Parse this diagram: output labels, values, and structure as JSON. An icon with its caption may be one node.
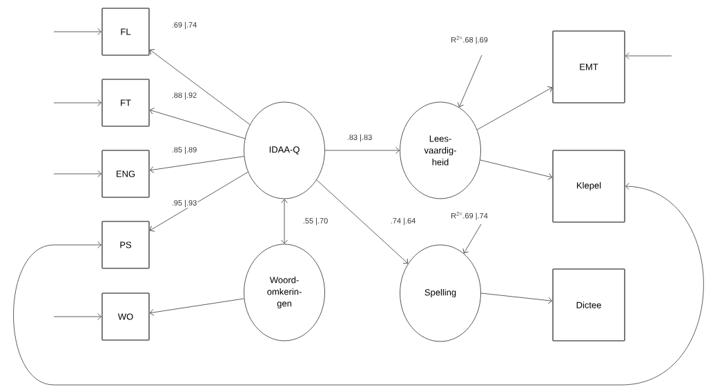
{
  "diagram": {
    "nodes": [
      {
        "text": [
          "FL"
        ]
      },
      {
        "text": [
          "FT"
        ]
      },
      {
        "text": [
          "ENG"
        ]
      },
      {
        "text": [
          "PS"
        ]
      },
      {
        "text": [
          "WO"
        ]
      },
      {
        "text": [
          "IDAA-Q"
        ]
      },
      {
        "text": [
          "Woord- omkerin- gen"
        ]
      },
      {
        "text": [
          "Lees- vaardig- heid"
        ]
      },
      {
        "text": [
          "Spelling"
        ]
      },
      {
        "text": [
          "EMT"
        ]
      },
      {
        "text": [
          "Klepel"
        ]
      },
      {
        "text": [
          "Dictee"
        ]
      }
    ],
    "edges": [
      {
        "from": 5,
        "to": 0,
        "arrow": "to",
        "label": ".69 |.74"
      },
      {
        "from": 5,
        "to": 1,
        "arrow": "to",
        "label": ".88 |.92"
      },
      {
        "from": 5,
        "to": 2,
        "arrow": "to",
        "label": ".85 |.89"
      },
      {
        "from": 5,
        "to": 3,
        "arrow": "to",
        "label": ".95 |.93"
      },
      {
        "from": 5,
        "to": 6,
        "arrow": "both",
        "label": ".55 |.70"
      },
      {
        "from": 5,
        "to": 7,
        "arrow": "to",
        "label": ".83 |.83"
      },
      {
        "from": 5,
        "to": 8,
        "arrow": "to",
        "label": ".74 |.64"
      },
      {
        "from": 6,
        "to": 4,
        "arrow": "to"
      },
      {
        "from": 7,
        "to": 9,
        "arrow": "to"
      },
      {
        "from": 7,
        "to": 10,
        "arrow": "to"
      },
      {
        "from": 8,
        "to": 11,
        "arrow": "to"
      },
      {
        "from": null,
        "to": 0,
        "arrow": "to"
      },
      {
        "from": null,
        "to": 1,
        "arrow": "to"
      },
      {
        "from": null,
        "to": 2,
        "arrow": "to"
      },
      {
        "from": null,
        "to": 4,
        "arrow": "to"
      },
      {
        "from": null,
        "to": 9,
        "arrow": "to"
      },
      {
        "from": null,
        "to": 7,
        "arrow": "to",
        "label": "R$^{2=}$.68 |.69"
      },
      {
        "from": null,
        "to": 8,
        "arrow": "to",
        "label": "R$^{2=}$.69 |.74"
      },
      {
        "from": 3,
        "to": 10,
        "arrow": "both"
      }
    ]
  }
}
